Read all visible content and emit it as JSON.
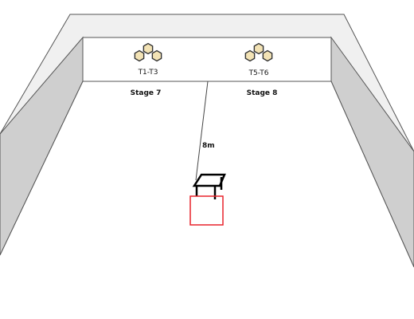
{
  "zones": [
    {
      "id": "left",
      "tag": "T1-T3",
      "stage": "Stage 7"
    },
    {
      "id": "right",
      "tag": "T5-T6",
      "stage": "Stage 8"
    }
  ],
  "distance_label": "8m",
  "icons": {
    "hex_cluster": "hexagon-cluster-icon",
    "table": "table-icon",
    "marker": "square-marker"
  },
  "colors": {
    "wall_top": "#f0f0f0",
    "wall_side": "#cfcfcf",
    "wall_edge": "#555555",
    "hex_fill": "#f3e3b5",
    "hex_stroke": "#333333",
    "table": "#000000",
    "marker": "#e8232b"
  }
}
